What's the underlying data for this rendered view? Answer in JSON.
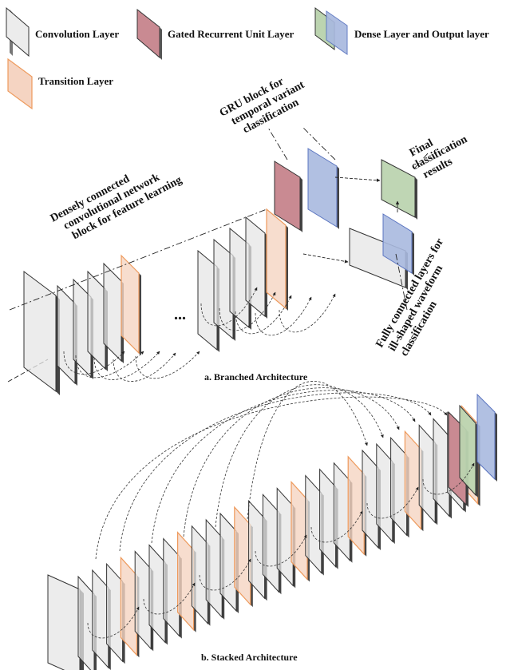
{
  "legend": {
    "convolution": "Convolution Layer",
    "gru": "Gated Recurrent Unit Layer",
    "dense": "Dense Layer and Output layer",
    "transition": "Transition Layer"
  },
  "annotations": {
    "dense_block": [
      "Densely connected",
      "convolutional network",
      "block for feature learning"
    ],
    "gru_block": [
      "GRU block for",
      "temporal variant",
      "classification"
    ],
    "final": [
      "Final",
      "classification",
      "results"
    ],
    "fc": [
      "Fully connected layers for",
      "ill-shaped waveform",
      "classification"
    ],
    "ellipsis": "..."
  },
  "captions": {
    "branched": "a. Branched Architecture",
    "stacked": "b. Stacked Architecture"
  },
  "colors": {
    "conv_fill": "#e6e6e6",
    "conv_stroke": "#333333",
    "gru_fill": "#c98a92",
    "dense_green": "#bcd4b0",
    "dense_blue": "#a9b9df",
    "transition_fill": "#f5d4c2",
    "transition_stroke": "#ee9a5c"
  }
}
